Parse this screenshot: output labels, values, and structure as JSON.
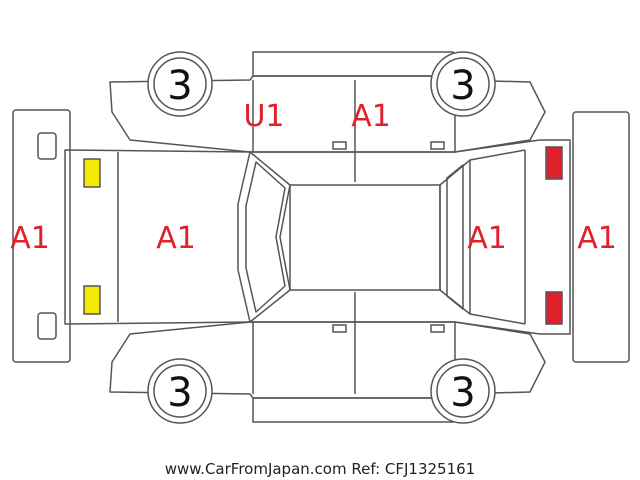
{
  "colors": {
    "outline": "#555555",
    "code_text": "#e0202a",
    "front_light": "#f2ea00",
    "rear_light": "#e0202a"
  },
  "tires": {
    "front_left": "3",
    "front_right": "3",
    "rear_left": "3",
    "rear_right": "3"
  },
  "damage_codes": {
    "front_bumper": "A1",
    "hood": "A1",
    "front_left_door": "U1",
    "rear_left_door": "A1",
    "rear_window": "A1",
    "rear_bumper": "A1"
  },
  "footer": {
    "source": "www.CarFromJapan.com Ref: CFJ1325161"
  }
}
